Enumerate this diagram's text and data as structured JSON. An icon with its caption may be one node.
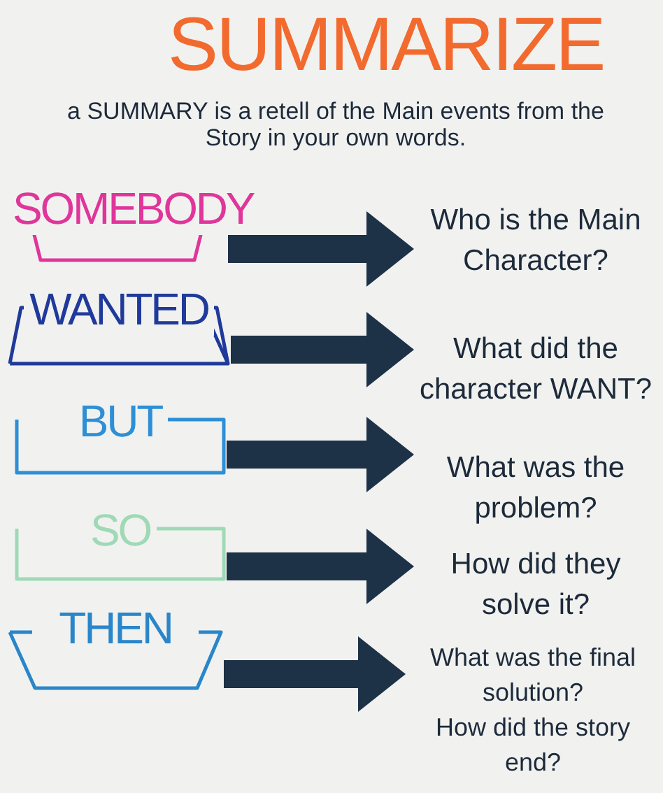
{
  "diagram": {
    "title": "SUMMARIZE",
    "nodes": [
      {
        "text": [
          "SOMEBODY"
        ]
      },
      {
        "text": [
          "WANTED"
        ]
      },
      {
        "text": [
          "BUT"
        ]
      },
      {
        "text": [
          "SO"
        ]
      },
      {
        "text": [
          "THEN"
        ]
      },
      {
        "text": [
          "Who is the Main Character?"
        ]
      },
      {
        "text": [
          "What did the character WANT?"
        ]
      },
      {
        "text": [
          "What was the problem?"
        ]
      },
      {
        "text": [
          "How did they solve it?"
        ]
      },
      {
        "text": [
          "What was the final solution?",
          "How did the story end?"
        ]
      }
    ],
    "edges": [
      {
        "from": 0,
        "to": 5,
        "arrow": "to"
      },
      {
        "from": 1,
        "to": 6,
        "arrow": "to"
      },
      {
        "from": 2,
        "to": 7,
        "arrow": "to"
      },
      {
        "from": 3,
        "to": 8,
        "arrow": "to"
      },
      {
        "from": 4,
        "to": 9,
        "arrow": "to"
      }
    ],
    "labels": [
      "a SUMMARY is a retell of the Main events from the Story in your own words."
    ]
  }
}
